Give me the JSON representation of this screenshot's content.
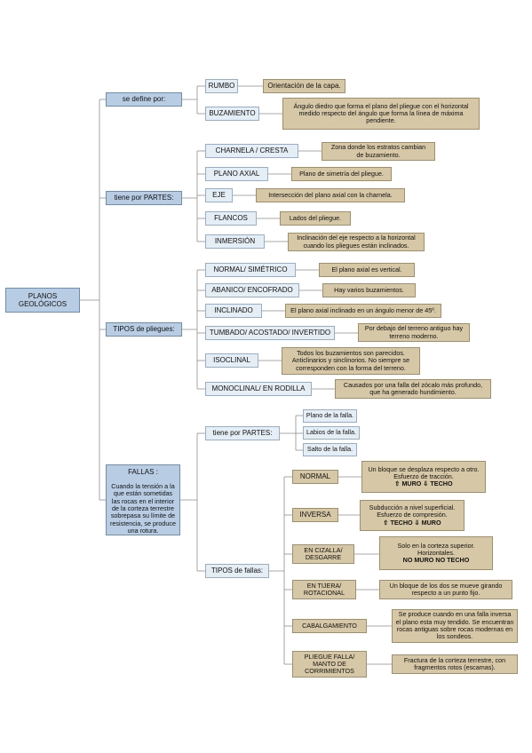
{
  "root": "PLANOS GEOLÓGICOS",
  "definicion": {
    "label": "se define por:",
    "rumbo": {
      "term": "RUMBO",
      "desc": "Orientación de la capa."
    },
    "buzamiento": {
      "term": "BUZAMIENTO",
      "desc": "Ángulo diedro que forma el plano del pliegue con el horizontal medido respecto del ángulo que forma la línea de máxima pendiente."
    }
  },
  "partes": {
    "label": "tiene por PARTES:",
    "items": [
      {
        "term": "CHARNELA / CRESTA",
        "desc": "Zona donde los estratos cambian de buzamiento."
      },
      {
        "term": "PLANO AXIAL",
        "desc": "Plano de simetría del pliegue."
      },
      {
        "term": "EJE",
        "desc": "Intersección del plano axial con la charnela."
      },
      {
        "term": "FLANCOS",
        "desc": "Lados del pliegue."
      },
      {
        "term": "INMERSIÓN",
        "desc": "Inclinación del eje respecto a la horizontal cuando los pliegues están inclinados."
      }
    ]
  },
  "pliegues": {
    "label": "TIPOS de pliegues:",
    "items": [
      {
        "term": "NORMAL/ SIMÉTRICO",
        "desc": "El plano axial es vertical."
      },
      {
        "term": "ABANICO/ ENCOFRADO",
        "desc": "Hay varios buzamientos."
      },
      {
        "term": "INCLINADO",
        "desc": "El plano axial inclinado en un ángulo menor de 45º."
      },
      {
        "term": "TUMBADO/ ACOSTADO/ INVERTIDO",
        "desc": "Por debajo del terreno antiguo hay terreno moderno."
      },
      {
        "term": "ISOCLINAL",
        "desc": "Todos los buzamientos son parecidos. Anticlinarios y sinclinorios. No siempre se corresponden con la forma del terreno."
      },
      {
        "term": "MONOCLINAL/ EN RODILLA",
        "desc": "Causados por una falla del zócalo más profundo, que ha generado hundimiento."
      }
    ]
  },
  "fallas": {
    "title": "FALLAS :",
    "desc": "Cuando la tensión a la que están sometidas las rocas en el interior de la corteza terrestre sobrepasa su límite de resistencia, se produce una rotura.",
    "partes_label": "tiene por PARTES:",
    "partes": [
      "Plano de la falla.",
      "Labios de la falla.",
      "Salto de la falla."
    ],
    "tipos_label": "TIPOS de fallas:",
    "tipos": [
      {
        "term": "NORMAL",
        "desc": "Un bloque se desplaza respecto a otro. Esfuerzo de tracción.",
        "extra": "⇧ MURO ⇩ TECHO"
      },
      {
        "term": "INVERSA",
        "desc": "Subducción a nivel superficial. Esfuerzo de compresión.",
        "extra": "⇧ TECHO ⇩ MURO"
      },
      {
        "term": "EN CIZALLA/ DESGARRE",
        "desc": "Solo en la corteza superior. Horizontales.",
        "extra": "NO MURO NO TECHO"
      },
      {
        "term": "EN TIJERA/ ROTACIONAL",
        "desc": "Un bloque de los dos se mueve girando respecto a un punto fijo.",
        "extra": ""
      },
      {
        "term": "CABALGAMIENTO",
        "desc": "Se produce cuando en una falla inversa el plano esta muy tendido. Se encuentran rocas antiguas sobre rocas modernas en los sondeos.",
        "extra": ""
      },
      {
        "term": "PLIEGUE FALLA/ MANTO DE CORRIMIENTOS",
        "desc": "Fractura de la corteza terrestre, con fragmentos rotos (escamas).",
        "extra": ""
      }
    ]
  }
}
